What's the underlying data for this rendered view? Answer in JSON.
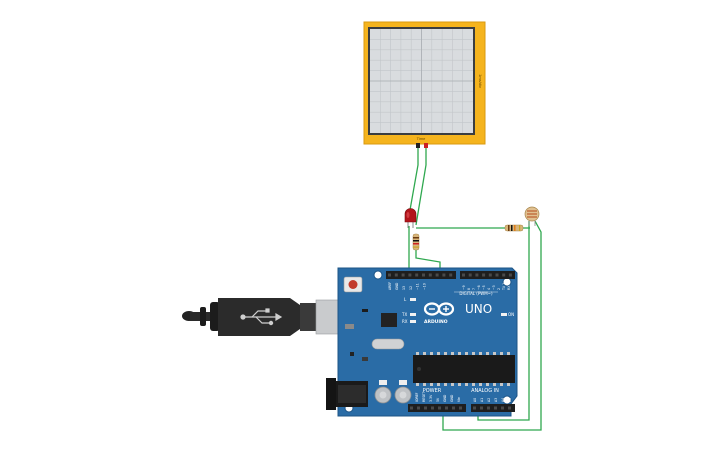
{
  "canvas": {
    "background": "#ffffff"
  },
  "oscilloscope": {
    "label_right": "1ms/div",
    "label_bottom": "Time",
    "frame_color": "#f5b41e",
    "screen_color": "#d9dcdf"
  },
  "arduino": {
    "board_color": "#2a6ca6",
    "logo_text": "UNO",
    "brand_text": "ARDUINO",
    "digital_label": "DIGITAL (PWM~)",
    "power_label": "POWER",
    "analog_label": "ANALOG IN",
    "led_l": "L",
    "led_tx": "TX",
    "led_rx": "RX",
    "on_label": "ON",
    "aref_label": "AREF",
    "gnd_label": "GND",
    "digital_pins": [
      "13",
      "12",
      "~11",
      "~10",
      "~9",
      "8",
      "7",
      "~6",
      "~5",
      "4",
      "~3",
      "2",
      "TX 1",
      "RX 0"
    ],
    "power_pins": [
      "IOREF",
      "RESET",
      "3.3V",
      "5V",
      "GND",
      "GND",
      "Vin"
    ],
    "analog_pins": [
      "A0",
      "A1",
      "A2",
      "A3",
      "A4",
      "A5"
    ]
  },
  "components": {
    "led": {
      "color": "#b3141b"
    },
    "photoresistor": {
      "color": "#e0c090"
    },
    "resistor": {
      "color": "#d8b57a"
    }
  },
  "wires": {
    "color": "#2fa84f"
  }
}
